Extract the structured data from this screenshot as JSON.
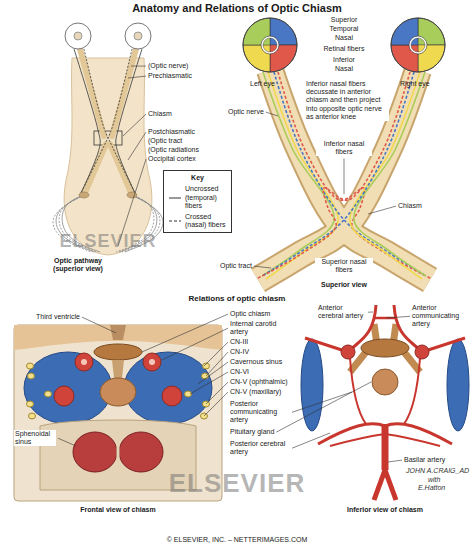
{
  "diagram": {
    "title": "Anatomy and Relations of Optic Chiasm",
    "nodes": [
      {
        "text": [
          "Key"
        ]
      }
    ],
    "labels": [
      "(Optic nerve)",
      "Prechiasmatic",
      "Chiasm",
      "Postchiasmatic",
      "(Optic tract",
      "(Optic radiations",
      "Occipital cortex",
      "Optic pathway (superior view)",
      "Superior",
      "Temporal",
      "Nasal",
      "Retinal fibers",
      "Inferior",
      "Nasal",
      "Left eye",
      "Right eye",
      "Optic nerve",
      "Inferior nasal fibers decussate in anterior chiasm and then project into opposite optic nerve as anterior knee",
      "Inferior nasal fibers",
      "Chiasm",
      "Superior nasal fibers",
      "Optic tract",
      "Superior view",
      "Relations of optic chiasm",
      "Third ventricle",
      "Optic chiasm",
      "Internal carotid artery",
      "CN-III",
      "CN-IV",
      "Cavernous sinus",
      "CN-VI",
      "CN-V (ophthalmic)",
      "CN-V (maxillary)",
      "Posterior communicating artery",
      "Pituitary gland",
      "Posterior cerebral artery",
      "Sphenoidal sinus",
      "Frontal view of chiasm",
      "Anterior cerebral artery",
      "Anterior communicating artery",
      "Basilar artery",
      "Inferior view of chiasm",
      "JOHN A.CRAIG_AD",
      "with",
      "E.Hatton",
      "ELSEVIER",
      "ELSEVIER",
      "© ELSEVIER, INC. – NETTERIMAGES.COM"
    ],
    "legend": [
      {
        "text": "Uncrossed (temporal) fibers"
      },
      {
        "text": "Crossed (nasal) fibers"
      }
    ]
  }
}
